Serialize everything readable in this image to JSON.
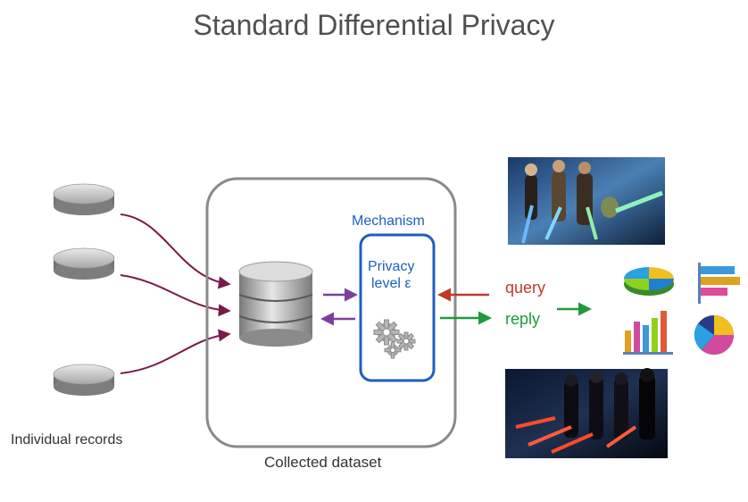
{
  "title": "Standard Differential Privacy",
  "labels": {
    "individual_records": "Individual records",
    "collected_dataset": "Collected dataset",
    "mechanism": "Mechanism",
    "privacy_line1": "Privacy",
    "privacy_line2": "level ε",
    "query": "query",
    "reply": "reply"
  },
  "colors": {
    "record_arrows": "#7a1a4a",
    "dataset_arrows": "#7b3fa0",
    "mechanism_border": "#1f5fbf",
    "query": "#c0392b",
    "reply": "#1e9a3c",
    "dataset_border": "#8a8a8a"
  },
  "icons": {
    "records": "disk-icon",
    "database": "database-icon",
    "gears": "gears-icon",
    "good_users": "jedi-photo",
    "bad_users": "sith-photo",
    "charts": [
      "pie-chart-icon",
      "bar-chart-icon",
      "column-chart-icon",
      "pie-chart-3d-icon"
    ]
  }
}
